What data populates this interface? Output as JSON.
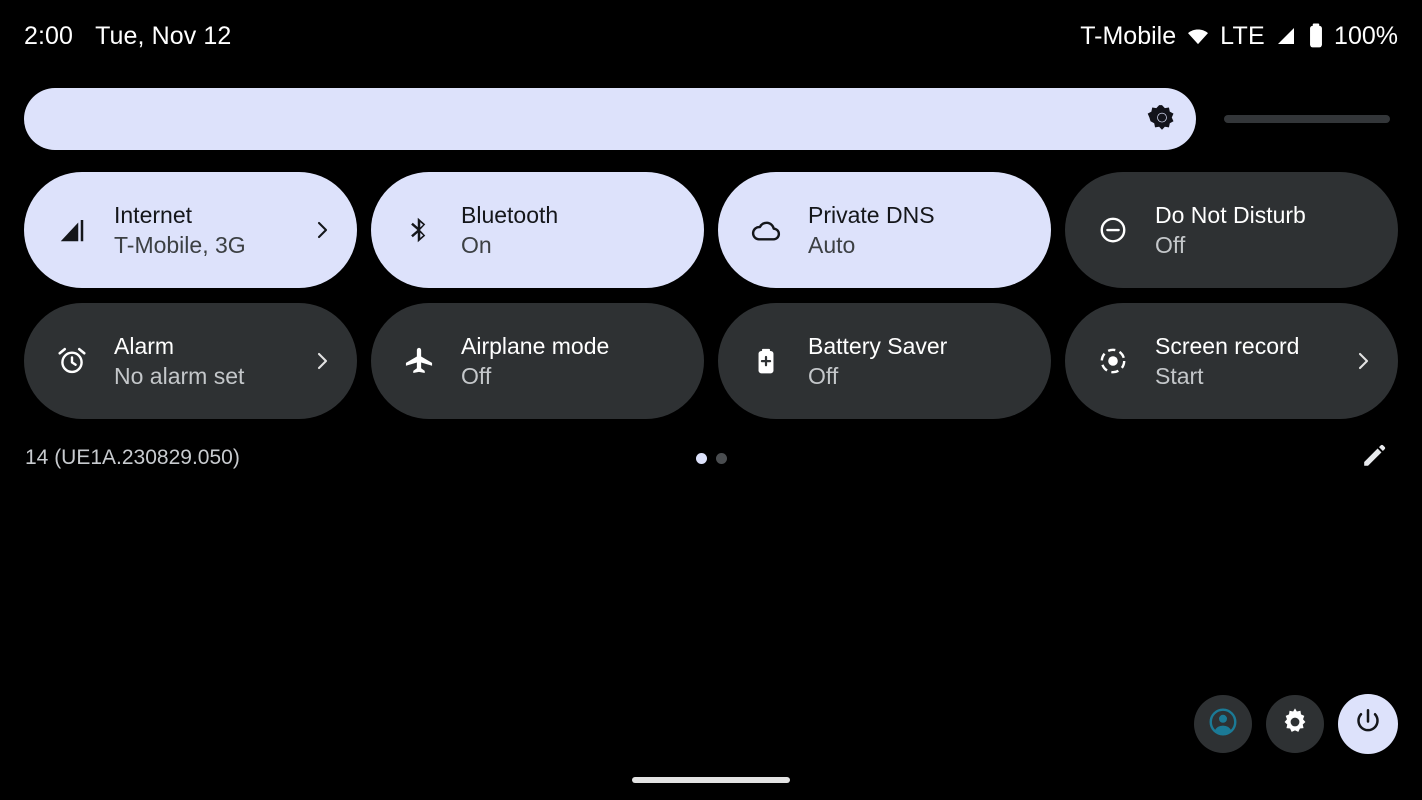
{
  "status_bar": {
    "clock": "2:00",
    "date": "Tue, Nov 12",
    "carrier": "T-Mobile",
    "network_type": "LTE",
    "battery_percent": "100%",
    "icons": [
      "wifi-icon",
      "signal-bars-icon",
      "battery-icon"
    ]
  },
  "brightness": {
    "label": "Brightness",
    "value_percent": 85,
    "icon": "brightness-icon",
    "fill_color": "#dde2fb",
    "track_color": "#333639"
  },
  "tiles": [
    {
      "name": "internet",
      "icon": "signal-bars-icon",
      "title": "Internet",
      "subtitle": "T-Mobile, 3G",
      "active": true,
      "chevron": true
    },
    {
      "name": "bluetooth",
      "icon": "bluetooth-icon",
      "title": "Bluetooth",
      "subtitle": "On",
      "active": true,
      "chevron": false
    },
    {
      "name": "private-dns",
      "icon": "cloud-icon",
      "title": "Private DNS",
      "subtitle": "Auto",
      "active": true,
      "chevron": false
    },
    {
      "name": "do-not-disturb",
      "icon": "do-not-disturb-icon",
      "title": "Do Not Disturb",
      "subtitle": "Off",
      "active": false,
      "chevron": false
    },
    {
      "name": "alarm",
      "icon": "alarm-clock-icon",
      "title": "Alarm",
      "subtitle": "No alarm set",
      "active": false,
      "chevron": true
    },
    {
      "name": "airplane-mode",
      "icon": "airplane-icon",
      "title": "Airplane mode",
      "subtitle": "Off",
      "active": false,
      "chevron": false
    },
    {
      "name": "battery-saver",
      "icon": "battery-plus-icon",
      "title": "Battery Saver",
      "subtitle": "Off",
      "active": false,
      "chevron": false
    },
    {
      "name": "screen-record",
      "icon": "record-icon",
      "title": "Screen record",
      "subtitle": "Start",
      "active": false,
      "chevron": true
    }
  ],
  "footer": {
    "build": "14 (UE1A.230829.050)",
    "pages": {
      "count": 2,
      "current": 1
    },
    "edit_icon": "pencil-icon"
  },
  "actions": [
    {
      "name": "user-switcher",
      "icon": "account-circle-icon",
      "accent": "#1b7a96"
    },
    {
      "name": "settings",
      "icon": "gear-icon",
      "accent": "#ffffff"
    },
    {
      "name": "power",
      "icon": "power-icon",
      "accent": "#14161a"
    }
  ],
  "nav": {
    "home_bar": "home-gesture-bar"
  },
  "colors": {
    "background": "#000000",
    "tile_inactive": "#2e3133",
    "tile_active": "#dde2fb",
    "text_primary": "#ffffff",
    "text_secondary": "#c4c7ca"
  }
}
